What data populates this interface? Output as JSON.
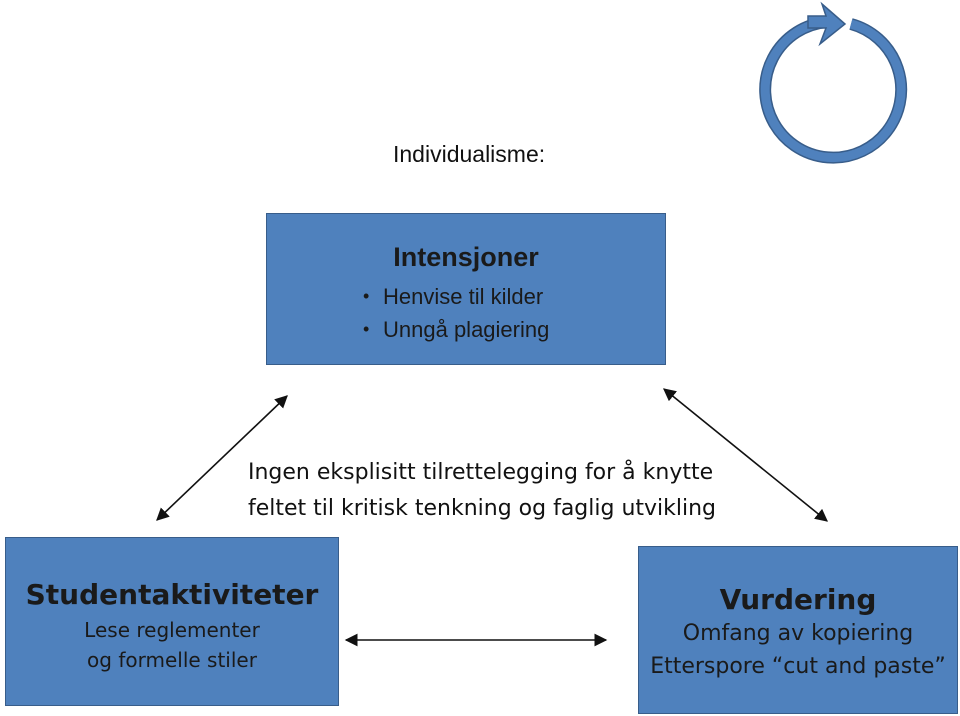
{
  "heading": "Individualisme:",
  "top_box": {
    "title": "Intensjoner",
    "bullets": [
      "Henvise til kilder",
      "Unngå plagiering"
    ]
  },
  "middle_text": {
    "line1": "Ingen eksplisitt tilrettelegging for å knytte",
    "line2": "feltet til kritisk tenkning og faglig utvikling"
  },
  "left_box": {
    "title": "Studentaktiviteter",
    "line1": "Lese reglementer",
    "line2": "og formelle stiler"
  },
  "right_box": {
    "title": "Vurdering",
    "line1": "Omfang av kopiering",
    "line2": "Etterspore “cut and paste”"
  },
  "colors": {
    "box_fill": "#4f81bd",
    "box_border": "#385d8a",
    "cycle_icon": "#4f81bd"
  },
  "icons": [
    "cycle-arrow-icon"
  ]
}
